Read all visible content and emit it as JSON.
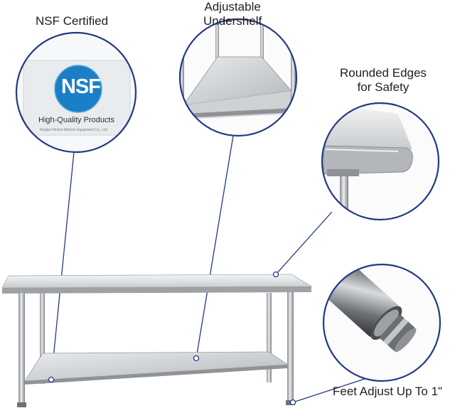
{
  "colors": {
    "callout_ring": "#233a82",
    "nsf_blue": "#1a7fc6",
    "steel_light": "#e6e8ea",
    "steel_mid": "#b9bdc1",
    "steel_dark": "#7d8186"
  },
  "callouts": {
    "nsf": {
      "lines": [
        "NSF Certified"
      ]
    },
    "undershelf": {
      "lines": [
        "Adjustable",
        "Undershelf"
      ]
    },
    "edges": {
      "lines": [
        "Rounded Edges",
        "for Safety"
      ]
    },
    "feet": {
      "lines": [
        "Feet Adjust Up To 1\""
      ]
    }
  },
  "nsf_card": {
    "logo_text": "NSF",
    "caption": "High-Quality Products",
    "maker": "Ningbo Hicken Kitchen Equipment Co., Ltd"
  }
}
